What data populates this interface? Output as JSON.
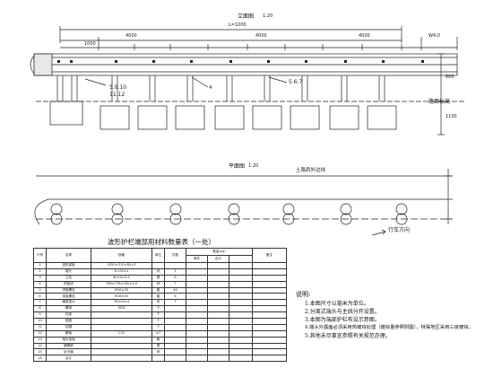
{
  "drawing": {
    "elevation_label": "立面图",
    "elevation_scale": "1:20",
    "plan_label": "平面图",
    "plan_scale": "1:20",
    "span_text": "L=1000",
    "span_sub": "4000",
    "section_a": "5.9.10",
    "section_a2": "11.12",
    "section_b": "5.6.7",
    "ground_label": "路面标高",
    "road_edge_label": "土路肩外边线",
    "traffic_dir_label": "行车方向",
    "dim_left": "1000",
    "dim_mid": "4000",
    "dim_right": "4000",
    "height_dim": "600",
    "embed_dim": "1100",
    "marker_right": "W4.0",
    "callout_4": "4"
  },
  "table": {
    "title": "波形护栏端部用材料数量表（一处）",
    "header": {
      "no": "代号",
      "name": "名称",
      "spec": "规格",
      "unit": "单位",
      "count": "件数",
      "qty_group": "数量(kg)",
      "remark": "备注",
      "qty_unit": "单件",
      "qty_total": "合计"
    },
    "rows": [
      [
        "1",
        "波形梁板",
        "4320×310×85×3",
        "",
        "",
        "",
        "",
        ""
      ],
      [
        "2",
        "端头",
        "R-250×3",
        "块",
        "1",
        "",
        "",
        ""
      ],
      [
        "3",
        "立柱",
        "Φ114×4.5",
        "根",
        "8",
        "",
        "",
        ""
      ],
      [
        "4",
        "防阻块",
        "196×178×200×4.5",
        "块",
        "7",
        "",
        "",
        ""
      ],
      [
        "5",
        "拼接螺栓",
        "M16×35",
        "套",
        "40",
        "",
        "",
        ""
      ],
      [
        "6",
        "连接螺栓",
        "M16×45",
        "套",
        "8",
        "",
        "",
        ""
      ],
      [
        "7",
        "横梁垫片",
        "76×44×4",
        "块",
        "7",
        "",
        "",
        ""
      ],
      [
        "8",
        "螺母",
        "M16",
        "个",
        "",
        "",
        "",
        ""
      ],
      [
        "9",
        "托架",
        "",
        "个",
        "",
        "",
        "",
        ""
      ],
      [
        "10",
        "垫圈",
        "",
        "个",
        "",
        "",
        "",
        ""
      ],
      [
        "11",
        "柱帽",
        "",
        "个",
        "",
        "",
        "",
        ""
      ],
      [
        "12",
        "基础",
        "C25",
        "m³",
        "",
        "",
        "",
        ""
      ],
      [
        "13",
        "端头连接",
        "",
        "套",
        "",
        "",
        "",
        ""
      ],
      [
        "14",
        "横隔梁",
        "",
        "根",
        "",
        "",
        "",
        ""
      ],
      [
        "15",
        "反光膜",
        "",
        "块",
        "",
        "",
        "",
        ""
      ],
      [
        "16",
        "合计",
        "",
        "",
        "",
        "",
        "",
        ""
      ]
    ]
  },
  "notes": {
    "title": "说明:",
    "items": [
      "1.本图尺寸以毫米为单位。",
      "2.分离式端头与主线分开设置。",
      "3.本图为端部护栏布设示意图。",
      "4.端头外露面必须采用热镀锌处理（镀锌量参照附图），特殊地区采用三级镀锌。",
      "5.其他未尽事宜参照有关规范办理。"
    ]
  }
}
